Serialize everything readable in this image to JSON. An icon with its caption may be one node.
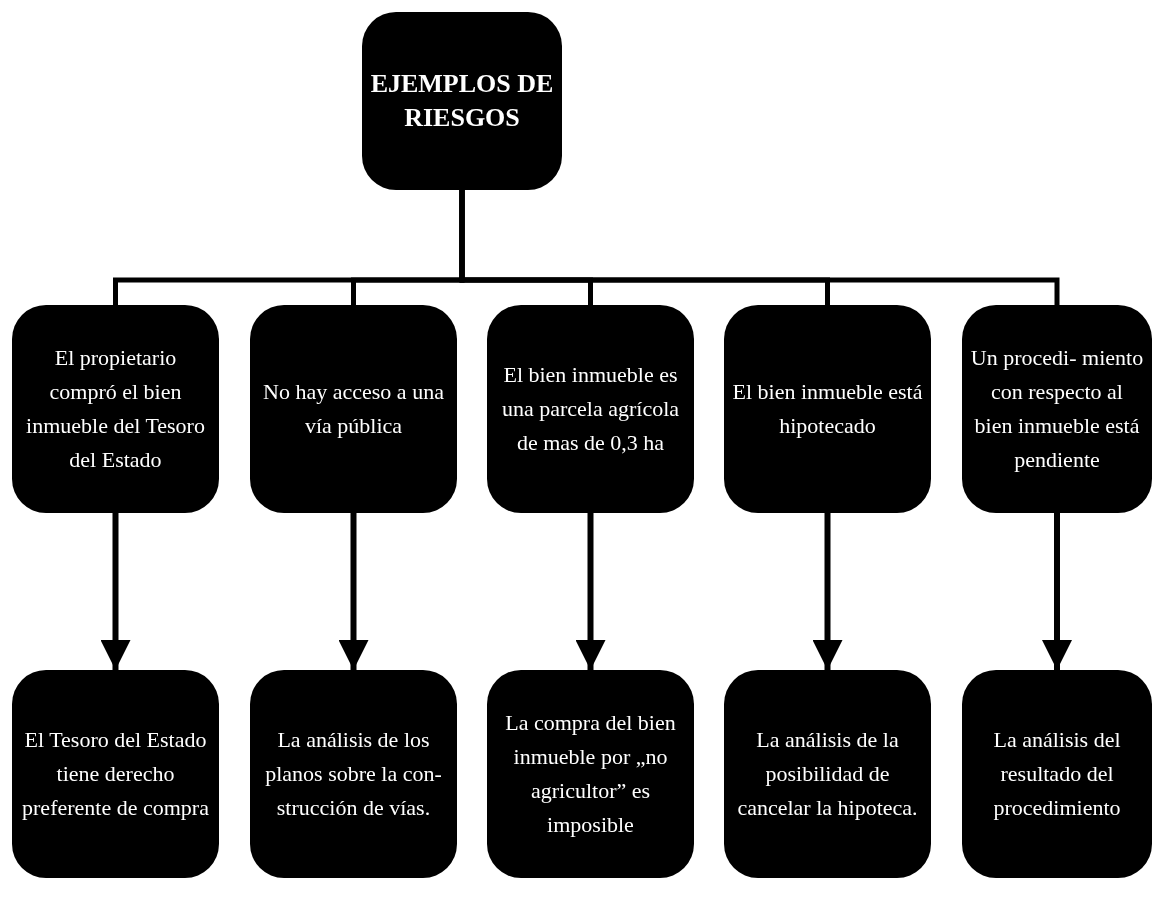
{
  "diagram": {
    "nodes": [
      {
        "text": [
          "EJEMPLOS DE RIESGOS"
        ]
      },
      {
        "text": [
          "El propietario compró el bien inmueble del  Tesoro del Estado"
        ]
      },
      {
        "text": [
          "No hay acceso a una vía pública"
        ]
      },
      {
        "text": [
          "El bien inmueble es una parcela agrícola de mas de 0,3 ha"
        ]
      },
      {
        "text": [
          "El bien inmueble está hipotecado"
        ]
      },
      {
        "text": [
          "Un procedi- miento con respecto al bien inmueble está pendiente"
        ]
      },
      {
        "text": [
          "El Tesoro del Estado tiene derecho preferente de compra"
        ]
      },
      {
        "text": [
          "La análisis  de los planos sobre la con- strucción de vías."
        ]
      },
      {
        "text": [
          "La compra del bien inmueble por „no agricultor” es imposible"
        ]
      },
      {
        "text": [
          "La análisis  de la posibilidad de cancelar la hipoteca."
        ]
      },
      {
        "text": [
          "La análisis del resultado del procedimiento"
        ]
      }
    ],
    "edges": [
      {
        "from": 0,
        "to": 1,
        "arrow": "none"
      },
      {
        "from": 0,
        "to": 2,
        "arrow": "none"
      },
      {
        "from": 0,
        "to": 3,
        "arrow": "none"
      },
      {
        "from": 0,
        "to": 4,
        "arrow": "none"
      },
      {
        "from": 0,
        "to": 5,
        "arrow": "none"
      },
      {
        "from": 1,
        "to": 6,
        "arrow": "to"
      },
      {
        "from": 2,
        "to": 7,
        "arrow": "to"
      },
      {
        "from": 3,
        "to": 8,
        "arrow": "to"
      },
      {
        "from": 4,
        "to": 9,
        "arrow": "to"
      },
      {
        "from": 5,
        "to": 10,
        "arrow": "to"
      }
    ]
  }
}
